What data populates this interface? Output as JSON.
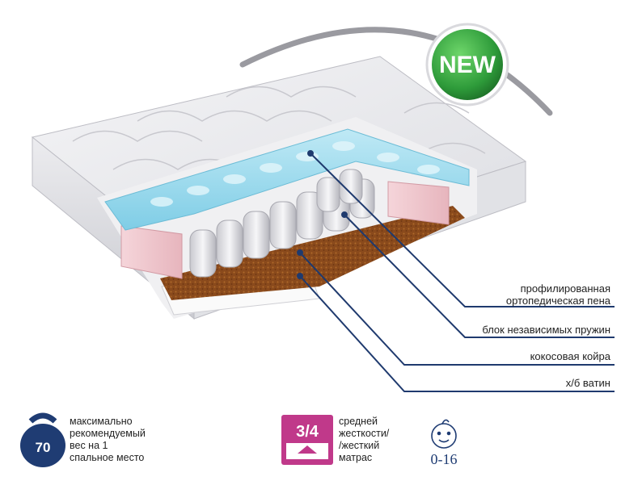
{
  "badge": {
    "text": "NEW"
  },
  "layers": [
    {
      "line1": "профилированная",
      "line2": "ортопедическая пена"
    },
    {
      "line1": "блок независимых пружин"
    },
    {
      "line1": "кокосовая койра"
    },
    {
      "line1": "х/б ватин"
    }
  ],
  "features": {
    "weight": {
      "value": "70",
      "line1": "максимально",
      "line2": "рекомендуемый",
      "line3": "вес на 1",
      "line4": "спальное место"
    },
    "firmness": {
      "value": "3/4",
      "line1": "средней",
      "line2": "жесткости/",
      "line3": "/жесткий",
      "line4": "матрас"
    },
    "age": {
      "value": "0-16"
    }
  },
  "colors": {
    "badge_green": "#2e9b3a",
    "line_blue": "#1f3a6e",
    "weight_icon": "#1f3c73",
    "firmness_icon": "#c0398a"
  }
}
